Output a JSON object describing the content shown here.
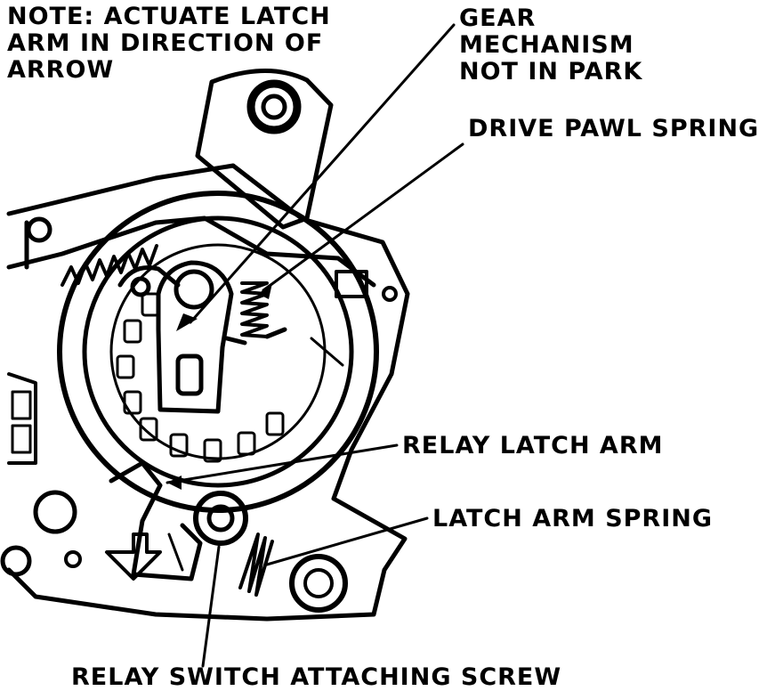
{
  "labels": {
    "note": "NOTE: ACTUATE LATCH\nARM IN DIRECTION OF\nARROW",
    "gear": "GEAR\nMECHANISM\nNOT IN PARK",
    "drive_pawl_spring": "DRIVE PAWL SPRING",
    "relay_latch_arm": "RELAY LATCH ARM",
    "latch_arm_spring": "LATCH ARM SPRING",
    "relay_switch_screw": "RELAY SWITCH ATTACHING SCREW"
  },
  "colors": {
    "ink": "#000000",
    "paper": "#ffffff"
  }
}
